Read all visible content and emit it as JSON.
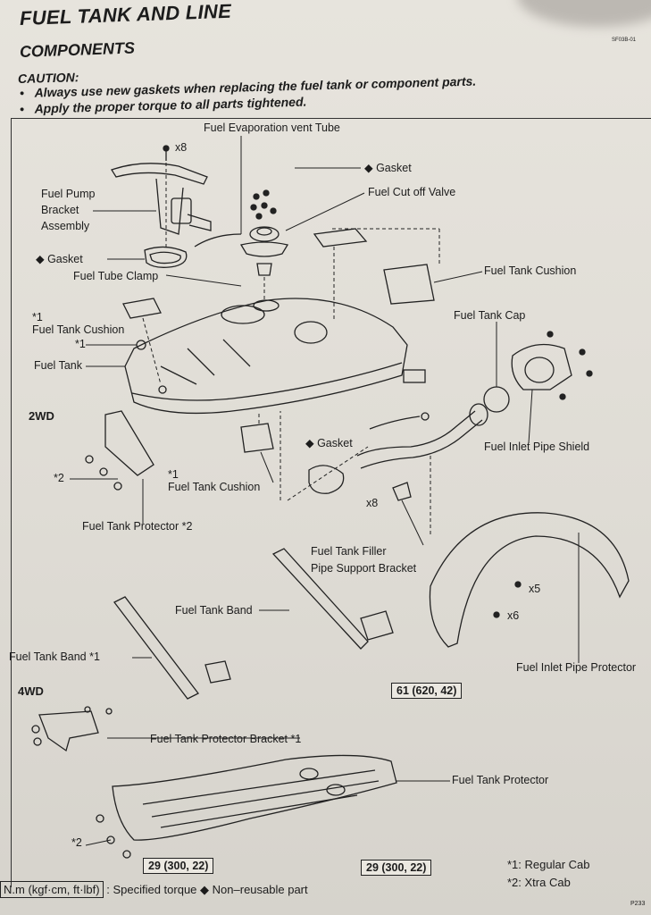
{
  "header": {
    "page_title": "FUEL TANK AND LINE",
    "section_title": "COMPONENTS",
    "caution_label": "CAUTION:",
    "bullets": [
      "Always use new gaskets when replacing the fuel tank or component parts.",
      "Apply the proper torque to all parts tightened."
    ],
    "reference_code": "SF03B-01"
  },
  "labels": {
    "x8_top": "x8",
    "evap_tube": "Fuel Evaporation vent Tube",
    "gasket_top": "◆ Gasket",
    "cut_off_valve": "Fuel Cut off Valve",
    "pump_bracket": "Fuel Pump\nBracket\nAssembly",
    "gasket_left": "◆ Gasket",
    "tube_clamp": "Fuel Tube Clamp",
    "tank_cushion_right": "Fuel Tank Cushion",
    "tank_cushion_left": "*1\nFuel Tank Cushion",
    "star1": "*1",
    "fuel_tank": "Fuel Tank",
    "tank_cap": "Fuel Tank Cap",
    "inlet_shield": "Fuel Inlet Pipe Shield",
    "gasket_mid": "◆ Gasket",
    "star2_a": "*2",
    "tank_cushion_bottom": "*1\nFuel Tank Cushion",
    "x8_mid": "x8",
    "protector2": "Fuel Tank Protector *2",
    "filler_support": "Fuel Tank Filler\nPipe Support Bracket",
    "x5": "x5",
    "x6": "x6",
    "tank_band": "Fuel Tank Band",
    "tank_band1": "Fuel Tank Band *1",
    "inlet_protector": "Fuel Inlet Pipe Protector",
    "protector_bracket": "Fuel Tank Protector Bracket *1",
    "tank_protector": "Fuel Tank Protector",
    "star2_b": "*2"
  },
  "sections": {
    "two_wd": "2WD",
    "four_wd": "4WD"
  },
  "torque": {
    "band": "61 (620, 42)",
    "protector_left": "29 (300, 22)",
    "protector_right": "29 (300, 22)"
  },
  "notes": {
    "regular_cab": "*1: Regular Cab",
    "xtra_cab": "*2: Xtra Cab"
  },
  "legend": {
    "torque_unit": "N.m (kgf·cm, ft·lbf)",
    "specified": ": Specified torque",
    "non_reusable": "◆ Non–reusable part"
  },
  "footer_code": "P233"
}
